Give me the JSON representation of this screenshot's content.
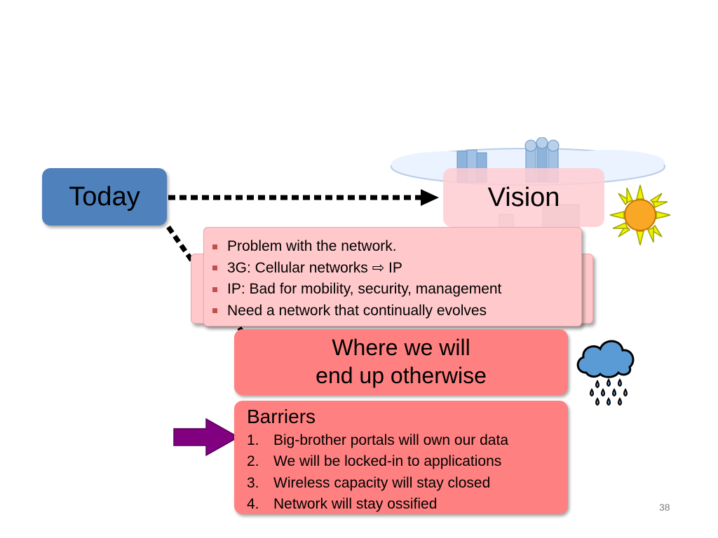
{
  "nodes": {
    "today": "Today",
    "vision": "Vision",
    "where_line1": "Where we will",
    "where_line2": "end up otherwise"
  },
  "problems": {
    "items": [
      "Problem with the network.",
      "3G: Cellular networks ⇨ IP",
      "IP: Bad for mobility, security, management",
      "Need a network that continually evolves"
    ]
  },
  "barriers": {
    "title": "Barriers",
    "items": [
      {
        "num": "1.",
        "text": "Big-brother portals will own our data"
      },
      {
        "num": "2.",
        "text": "We will be locked-in to applications"
      },
      {
        "num": "3.",
        "text": "Wireless capacity will stay closed"
      },
      {
        "num": "4.",
        "text": "Network will stay ossified"
      }
    ]
  },
  "slide_number": "38",
  "colors": {
    "today_box": "#4f81bd",
    "red_box": "#ff8080",
    "pink_card": "#ffc9cb",
    "bullet": "#c0504d",
    "pointer_arrow": "#800080",
    "sun": "#f9a825",
    "rain_cloud": "#5b9bd5"
  },
  "icons": [
    "cloud-icon",
    "sun-icon",
    "rain-cloud-icon",
    "pointer-arrow-icon"
  ]
}
